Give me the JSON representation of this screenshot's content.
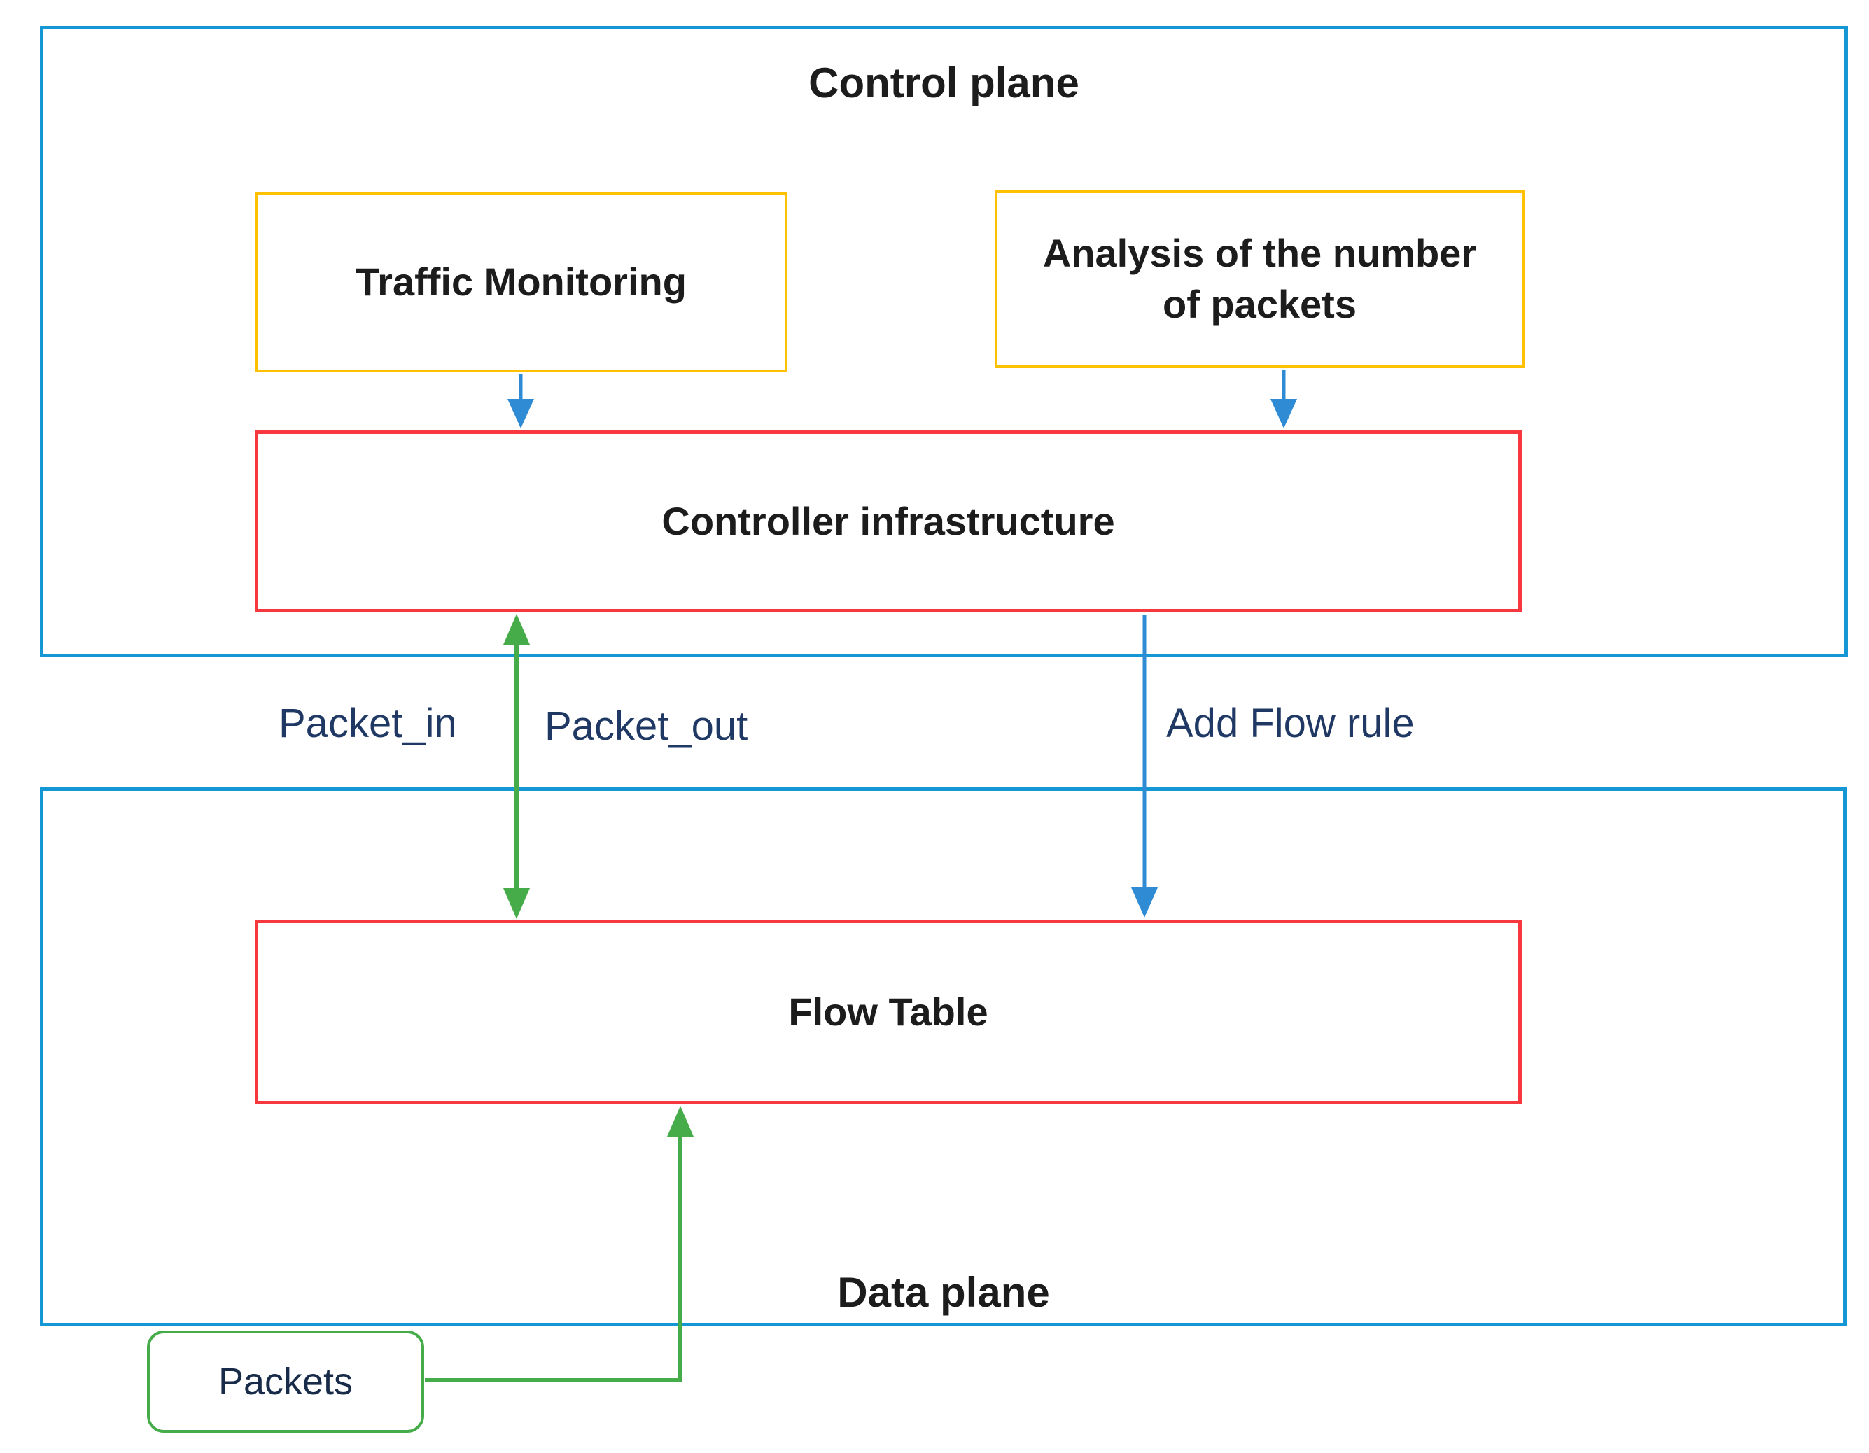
{
  "diagram": {
    "control_plane": {
      "title": "Control plane"
    },
    "data_plane": {
      "title": "Data plane"
    },
    "boxes": {
      "traffic_monitoring": {
        "label": "Traffic Monitoring"
      },
      "analysis": {
        "label": "Analysis of the number\nof packets"
      },
      "controller": {
        "label": "Controller infrastructure"
      },
      "flow_table": {
        "label": "Flow Table"
      },
      "packets": {
        "label": "Packets"
      }
    },
    "edge_labels": {
      "packet_in": "Packet_in",
      "packet_out": "Packet_out",
      "add_flow_rule": "Add Flow rule"
    },
    "colors": {
      "frame_blue": "#1597D5",
      "arrow_blue": "#2E8BD4",
      "accent_red": "#F8383F",
      "accent_yellow": "#FFC000",
      "accent_green": "#45AC49",
      "label_navy": "#1F3864",
      "packets_text": "#182B49"
    }
  }
}
